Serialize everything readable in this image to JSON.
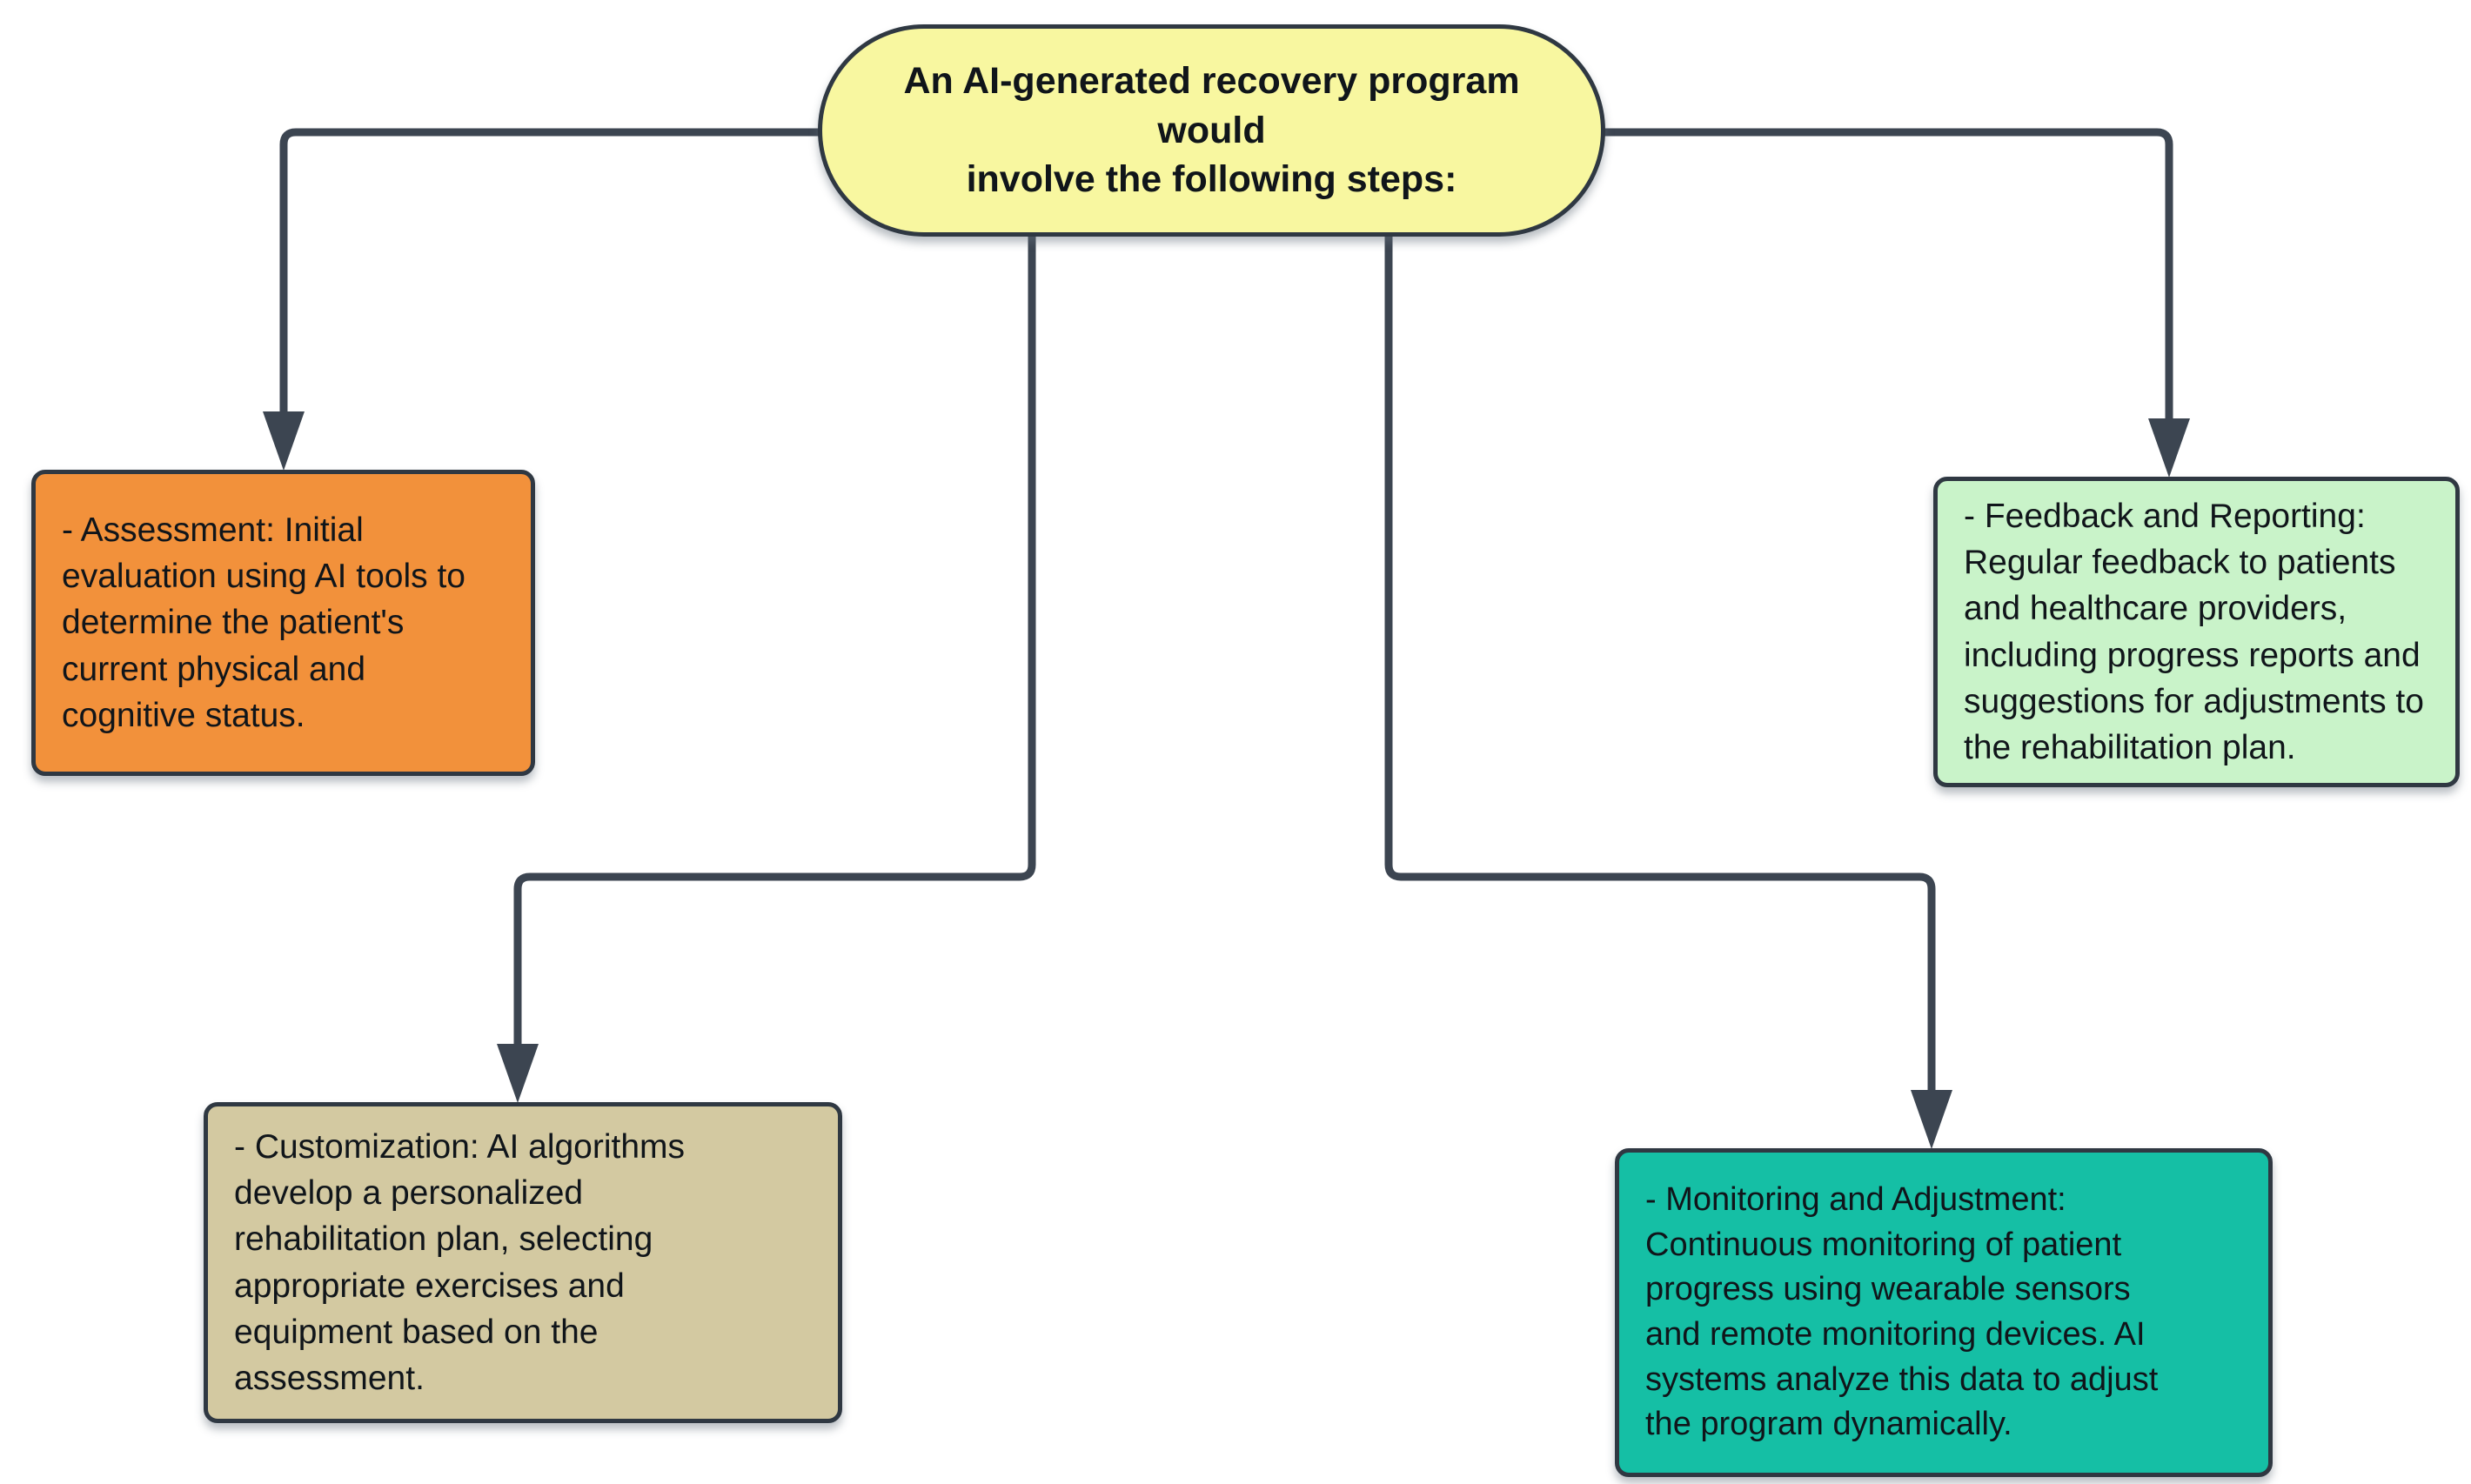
{
  "diagram": {
    "background": "#FFFFFF",
    "connector_color": "#3C4551",
    "border_color": "#2F3842",
    "text_color": "#10151A",
    "root": {
      "text": "An AI-generated recovery program would\ninvolve the following steps:",
      "fill": "#F8F7A0"
    },
    "nodes": [
      {
        "id": "assessment",
        "text": "- Assessment: Initial\nevaluation using AI tools to\ndetermine the patient's\ncurrent physical and\ncognitive status.",
        "fill": "#F2913B"
      },
      {
        "id": "customization",
        "text": "- Customization: AI algorithms\ndevelop a personalized\nrehabilitation plan, selecting\nappropriate exercises and\nequipment based on the\nassessment.",
        "fill": "#D3C9A1"
      },
      {
        "id": "feedback-and-reporting",
        "text": "- Feedback and Reporting:\nRegular feedback to patients\nand healthcare providers,\nincluding progress reports and\nsuggestions for adjustments to\nthe rehabilitation plan.",
        "fill": "#C9F3C9"
      },
      {
        "id": "monitoring-and-adjustment",
        "text": "- Monitoring and Adjustment:\nContinuous monitoring of patient\nprogress using wearable sensors\nand remote monitoring devices. AI\nsystems analyze this data to adjust\nthe program dynamically.",
        "fill": "#15BFA5"
      }
    ]
  }
}
